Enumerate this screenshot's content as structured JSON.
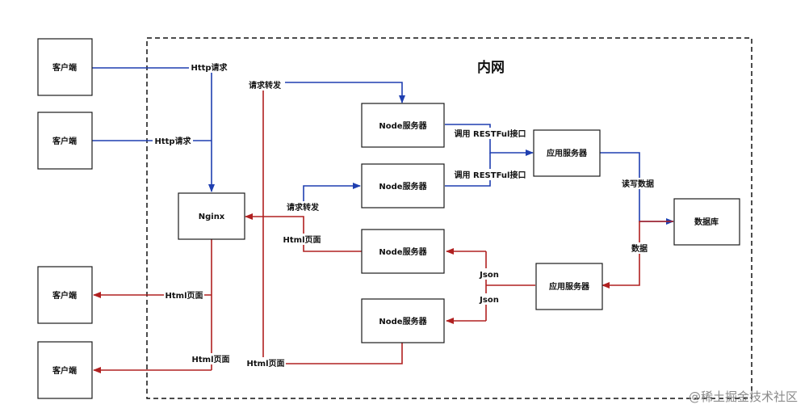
{
  "title": "内网",
  "watermark": "@稀土掘金技术社区",
  "nodes": {
    "client1": "客户端",
    "client2": "客户端",
    "client3": "客户端",
    "client4": "客户端",
    "nginx": "Nginx",
    "node1": "Node服务器",
    "node2": "Node服务器",
    "node3": "Node服务器",
    "node4": "Node服务器",
    "app1": "应用服务器",
    "app2": "应用服务器",
    "db": "数据库"
  },
  "edges": {
    "http_req_1": "Http请求",
    "http_req_2": "Http请求",
    "forward_1": "请求转发",
    "forward_2": "请求转发",
    "restful_1": "调用 RESTFul接口",
    "restful_2": "调用 RESTFul接口",
    "read_data": "读写数据",
    "data": "数据",
    "json_1": "Json",
    "json_2": "Json",
    "html_page_1": "Html页面",
    "html_page_2": "Html页面",
    "html_page_3": "Html页面",
    "html_page_4": "Html页面"
  },
  "colors": {
    "request": "#1f3fb0",
    "response": "#b02020"
  }
}
